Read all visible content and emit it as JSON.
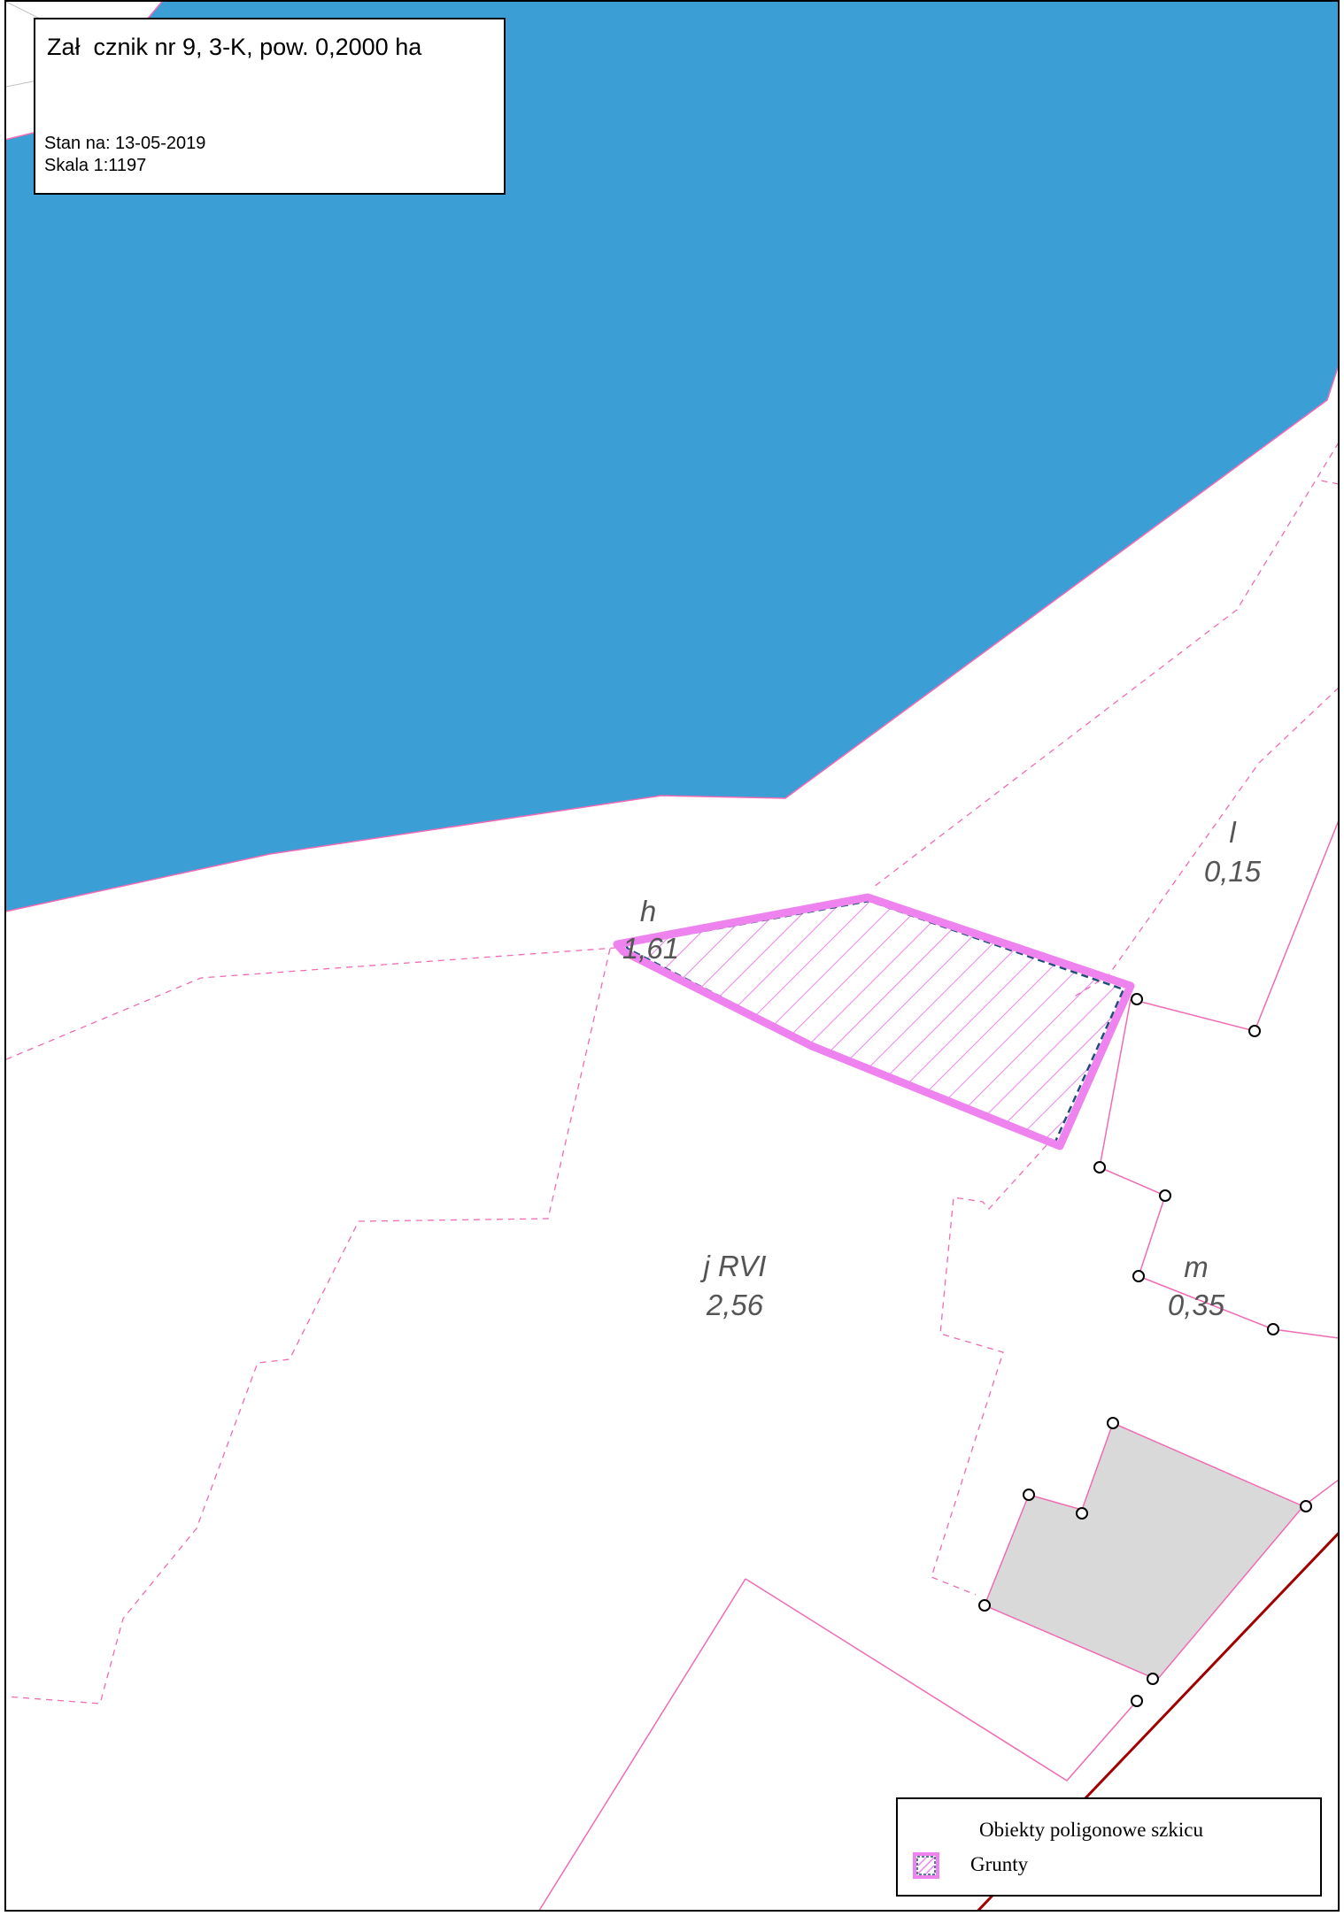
{
  "title_box": {
    "title": "Zał  cznik nr 9, 3-K, pow. 0,2000 ha",
    "status": "Stan na: 13-05-2019",
    "scale": "Skala 1:1197"
  },
  "parcel_labels": [
    {
      "name": "h",
      "line1": "h",
      "line2": "1,61"
    },
    {
      "name": "l",
      "line1": "l",
      "line2": "0,15"
    },
    {
      "name": "j",
      "line1": "j RVI",
      "line2": "2,56"
    },
    {
      "name": "m",
      "line1": "m",
      "line2": "0,35"
    }
  ],
  "legend": {
    "title": "Obiekty poligonowe szkicu",
    "item_label": "Grunty"
  },
  "colors": {
    "water": "#3b9fd6",
    "parcel_boundary": "#f06bb4",
    "sketch_polygon": "#ee82ee",
    "sketch_dashed_outline": "#1f4e79",
    "building": "#d9d9d9",
    "road_line": "#a00000",
    "label_text": "#555555"
  }
}
